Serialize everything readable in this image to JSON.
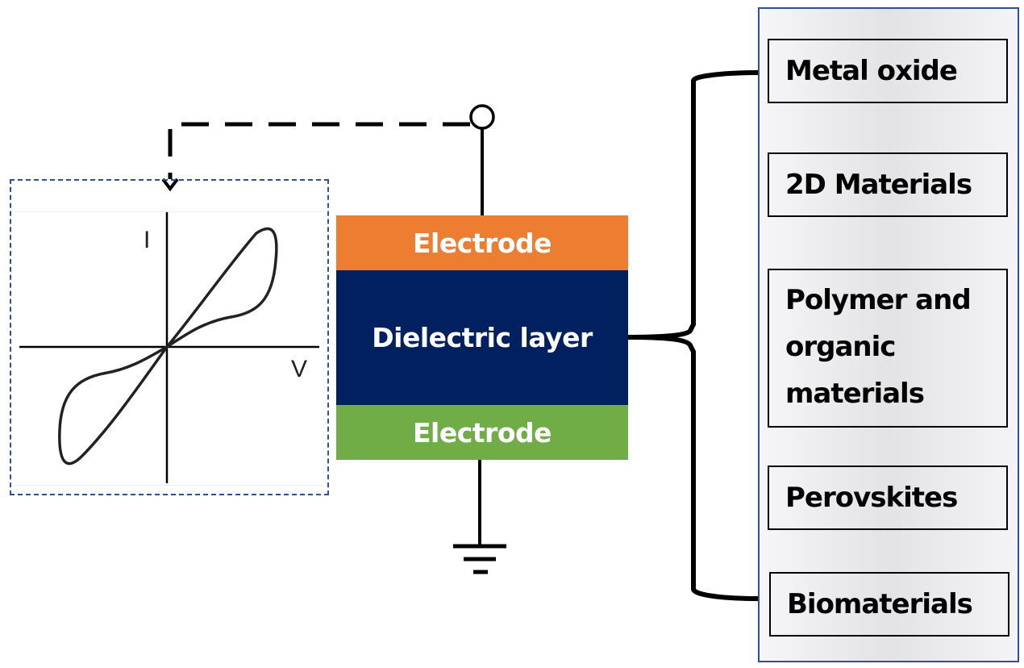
{
  "iv_plot": {
    "y_axis_label": "I",
    "x_axis_label": "V",
    "curve": "pinched hysteresis loop"
  },
  "device_stack": {
    "top_electrode": "Electrode",
    "dielectric": "Dielectric layer",
    "bottom_electrode": "Electrode",
    "colors": {
      "top_electrode": "#ed7d31",
      "dielectric": "#002060",
      "bottom_electrode": "#70ad47"
    }
  },
  "materials": [
    {
      "label": "Metal oxide"
    },
    {
      "label": "2D Materials"
    },
    {
      "label": "Polymer and\norganic\nmaterials"
    },
    {
      "label": "Perovskites"
    },
    {
      "label": "Biomaterials"
    }
  ]
}
